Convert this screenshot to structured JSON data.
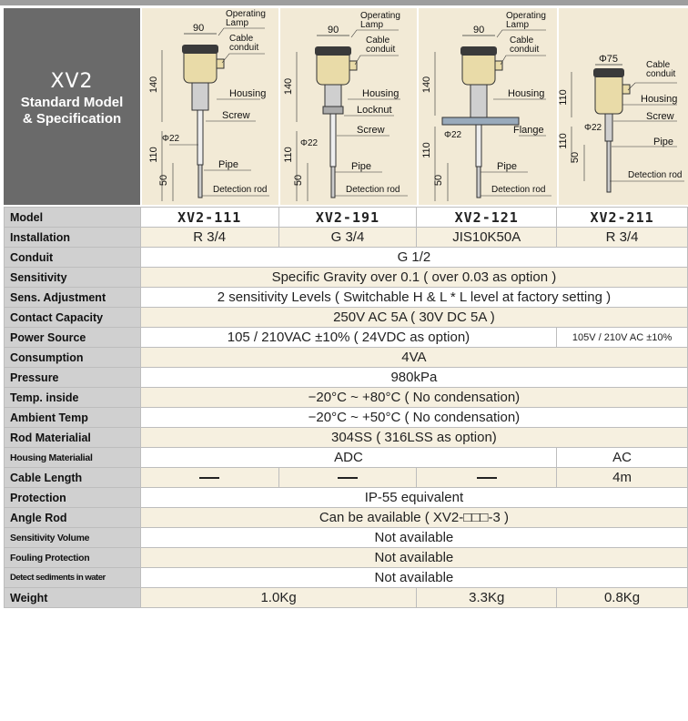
{
  "title": {
    "model": "XV2",
    "subtitle_lines": [
      "Standard Model",
      "& Specification"
    ]
  },
  "diagrams": {
    "d1": {
      "top_dim": "90",
      "dim_140": "140",
      "dim_110": "110",
      "dim_50": "50",
      "phi": "Φ22",
      "labels": {
        "lamp": "Operating Lamp",
        "cable": "Cable conduit",
        "housing": "Housing",
        "screw": "Screw",
        "pipe": "Pipe",
        "rod": "Detection rod"
      }
    },
    "d2": {
      "top_dim": "90",
      "dim_140": "140",
      "dim_110": "110",
      "dim_50": "50",
      "phi": "Φ22",
      "labels": {
        "lamp": "Operating Lamp",
        "cable": "Cable conduit",
        "housing": "Housing",
        "locknut": "Locknut",
        "screw": "Screw",
        "pipe": "Pipe",
        "rod": "Detection rod"
      }
    },
    "d3": {
      "top_dim": "90",
      "dim_140": "140",
      "dim_110": "110",
      "dim_50": "50",
      "phi": "Φ22",
      "labels": {
        "lamp": "Operating Lamp",
        "cable": "Cable conduit",
        "housing": "Housing",
        "flange": "Flange",
        "pipe": "Pipe",
        "rod": "Detection rod"
      }
    },
    "d4": {
      "top_dim": "Φ75",
      "dim_110a": "110",
      "dim_110b": "110",
      "dim_50": "50",
      "phi": "Φ22",
      "labels": {
        "cable": "Cable conduit",
        "housing": "Housing",
        "screw": "Screw",
        "pipe": "Pipe",
        "rod": "Detection rod"
      }
    }
  },
  "rows": {
    "model": {
      "label": "Model",
      "values": [
        "XV2-111",
        "XV2-191",
        "XV2-121",
        "XV2-211"
      ]
    },
    "installation": {
      "label": "Installation",
      "values": [
        "R 3/4",
        "G 3/4",
        "JIS10K50A",
        "R 3/4"
      ]
    },
    "conduit": {
      "label": "Conduit",
      "value": "G 1/2"
    },
    "sensitivity": {
      "label": "Sensitivity",
      "value": "Specific Gravity over 0.1 ( over 0.03 as option )"
    },
    "sens_adjustment": {
      "label": "Sens. Adjustment",
      "value": "2 sensitivity Levels ( Switchable H & L  * L level at factory setting )"
    },
    "contact_capacity": {
      "label": "Contact Capacity",
      "value": "250V AC 5A ( 30V DC 5A )"
    },
    "power_source": {
      "label": "Power Source",
      "value": "105 / 210VAC  ±10%  ( 24VDC as option)",
      "value_last": "105V / 210V AC ±10%"
    },
    "consumption": {
      "label": "Consumption",
      "value": "4VA"
    },
    "pressure": {
      "label": "Pressure",
      "value": "980kPa"
    },
    "temp_inside": {
      "label": "Temp. inside",
      "value": "−20°C ~ +80°C ( No condensation)"
    },
    "ambient_temp": {
      "label": "Ambient Temp",
      "value": "−20°C ~ +50°C ( No condensation)"
    },
    "rod_material": {
      "label": "Rod Materialial",
      "value": "304SS ( 316LSS as option)"
    },
    "housing_material": {
      "label": "Housing Materialial",
      "value": "ADC",
      "value_last": "AC"
    },
    "cable_length": {
      "label": "Cable Length",
      "value_last": "4m"
    },
    "protection": {
      "label": "Protection",
      "value": "IP-55 equivalent"
    },
    "angle_rod": {
      "label": "Angle Rod",
      "value": "Can be available ( XV2-□□□-3 )"
    },
    "sensitivity_volume": {
      "label": "Sensitivity Volume",
      "value": "Not available"
    },
    "fouling_protection": {
      "label": "Fouling Protection",
      "value": "Not available"
    },
    "detect_sediments": {
      "label": "Detect sediments in water",
      "value": "Not available"
    },
    "weight": {
      "label": "Weight",
      "value_12": "1.0Kg",
      "value_3": "3.3Kg",
      "value_4": "0.8Kg"
    }
  }
}
